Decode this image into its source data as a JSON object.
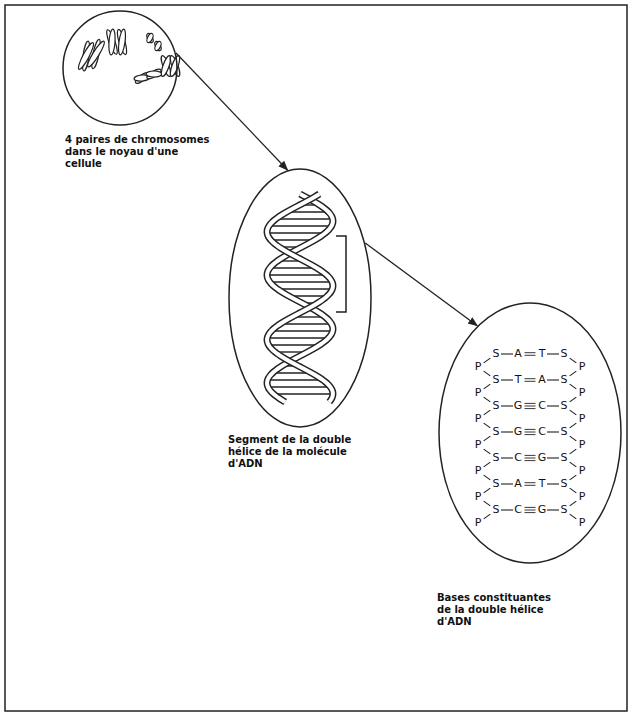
{
  "diagram": {
    "nodes": [
      {
        "text": [
          "4 paires de chromosomes dans le noyau d'une cellule"
        ]
      },
      {
        "text": [
          "Segment de la double hélice de la molécule d'ADN"
        ]
      },
      {
        "text": [
          "Bases constituantes de la double hélice d'ADN"
        ]
      }
    ],
    "edges": [
      {
        "from": 0,
        "to": 1,
        "arrow": "to"
      },
      {
        "from": 1,
        "to": 2,
        "arrow": "to"
      }
    ],
    "labels": [
      "P",
      "S",
      "A",
      "T",
      "S",
      "P",
      "P",
      "S",
      "T",
      "A",
      "S",
      "P",
      "P",
      "S",
      "G",
      "C",
      "S",
      "P",
      "P",
      "S",
      "G",
      "C",
      "S",
      "P",
      "P",
      "S",
      "C",
      "G",
      "S",
      "P",
      "P",
      "S",
      "A",
      "T",
      "S",
      "P",
      "P",
      "S",
      "C",
      "G",
      "S",
      "P"
    ]
  }
}
